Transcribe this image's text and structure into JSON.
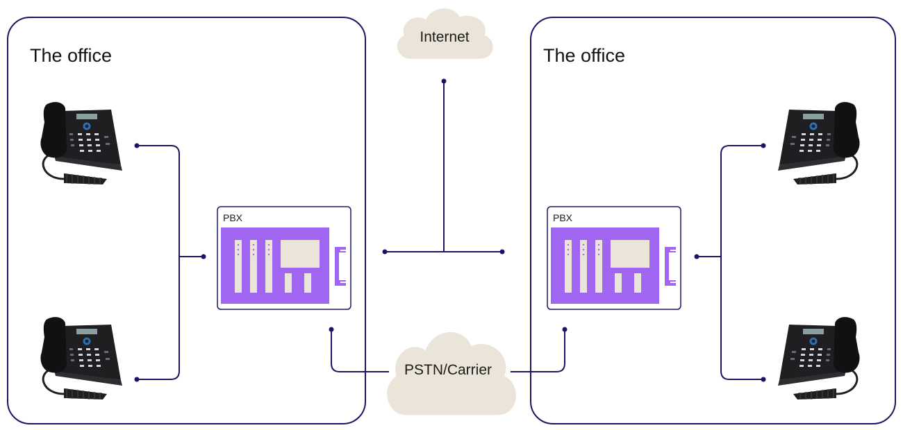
{
  "offices": [
    {
      "title": "The office",
      "pbx_label": "PBX"
    },
    {
      "title": "The office",
      "pbx_label": "PBX"
    }
  ],
  "clouds": {
    "internet": "Internet",
    "pstn": "PSTN/Carrier"
  },
  "colors": {
    "line": "#1b1464",
    "pbx_purple": "#a066f2",
    "pbx_slot": "#ebe4d8",
    "cloud": "#ebe4d8",
    "phone_body": "#1f1f22",
    "phone_screen": "#8aa0a0",
    "phone_accent": "#2d6fb8"
  },
  "icons": {
    "phone": "desk-phone-icon",
    "handset": "handset-icon",
    "pbx": "pbx-icon",
    "cloud": "cloud-icon"
  }
}
